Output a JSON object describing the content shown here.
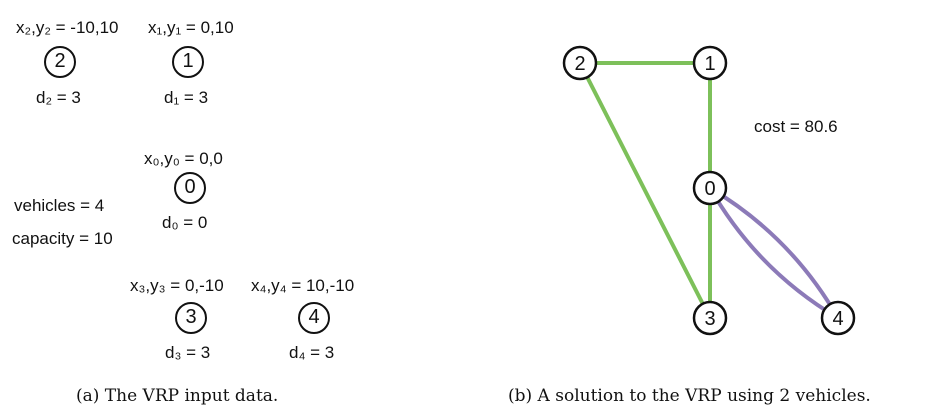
{
  "panel_a": {
    "nodes": [
      {
        "id": "2",
        "coord": "x₂,y₂ = -10,10",
        "demand": "d₂ = 3"
      },
      {
        "id": "1",
        "coord": "x₁,y₁ = 0,10",
        "demand": "d₁ = 3"
      },
      {
        "id": "0",
        "coord": "x₀,y₀ = 0,0",
        "demand": "d₀ = 0"
      },
      {
        "id": "3",
        "coord": "x₃,y₃ = 0,-10",
        "demand": "d₃ = 3"
      },
      {
        "id": "4",
        "coord": "x₄,y₄ = 10,-10",
        "demand": "d₄ = 3"
      }
    ],
    "vehicles": "vehicles = 4",
    "capacity": "capacity = 10",
    "caption": "(a) The VRP input data."
  },
  "panel_b": {
    "cost": "cost = 80.6",
    "caption": "(b) A solution to the VRP using 2 vehicles.",
    "colors": {
      "route_green": "#7dc05a",
      "route_purple": "#8c7ab8"
    },
    "nodes": [
      {
        "id": "2"
      },
      {
        "id": "1"
      },
      {
        "id": "0"
      },
      {
        "id": "3"
      },
      {
        "id": "4"
      }
    ],
    "routes": [
      {
        "color_key": "route_green",
        "path": [
          "0",
          "1",
          "2",
          "3",
          "0"
        ]
      },
      {
        "color_key": "route_purple",
        "path": [
          "0",
          "4",
          "0"
        ]
      }
    ]
  }
}
